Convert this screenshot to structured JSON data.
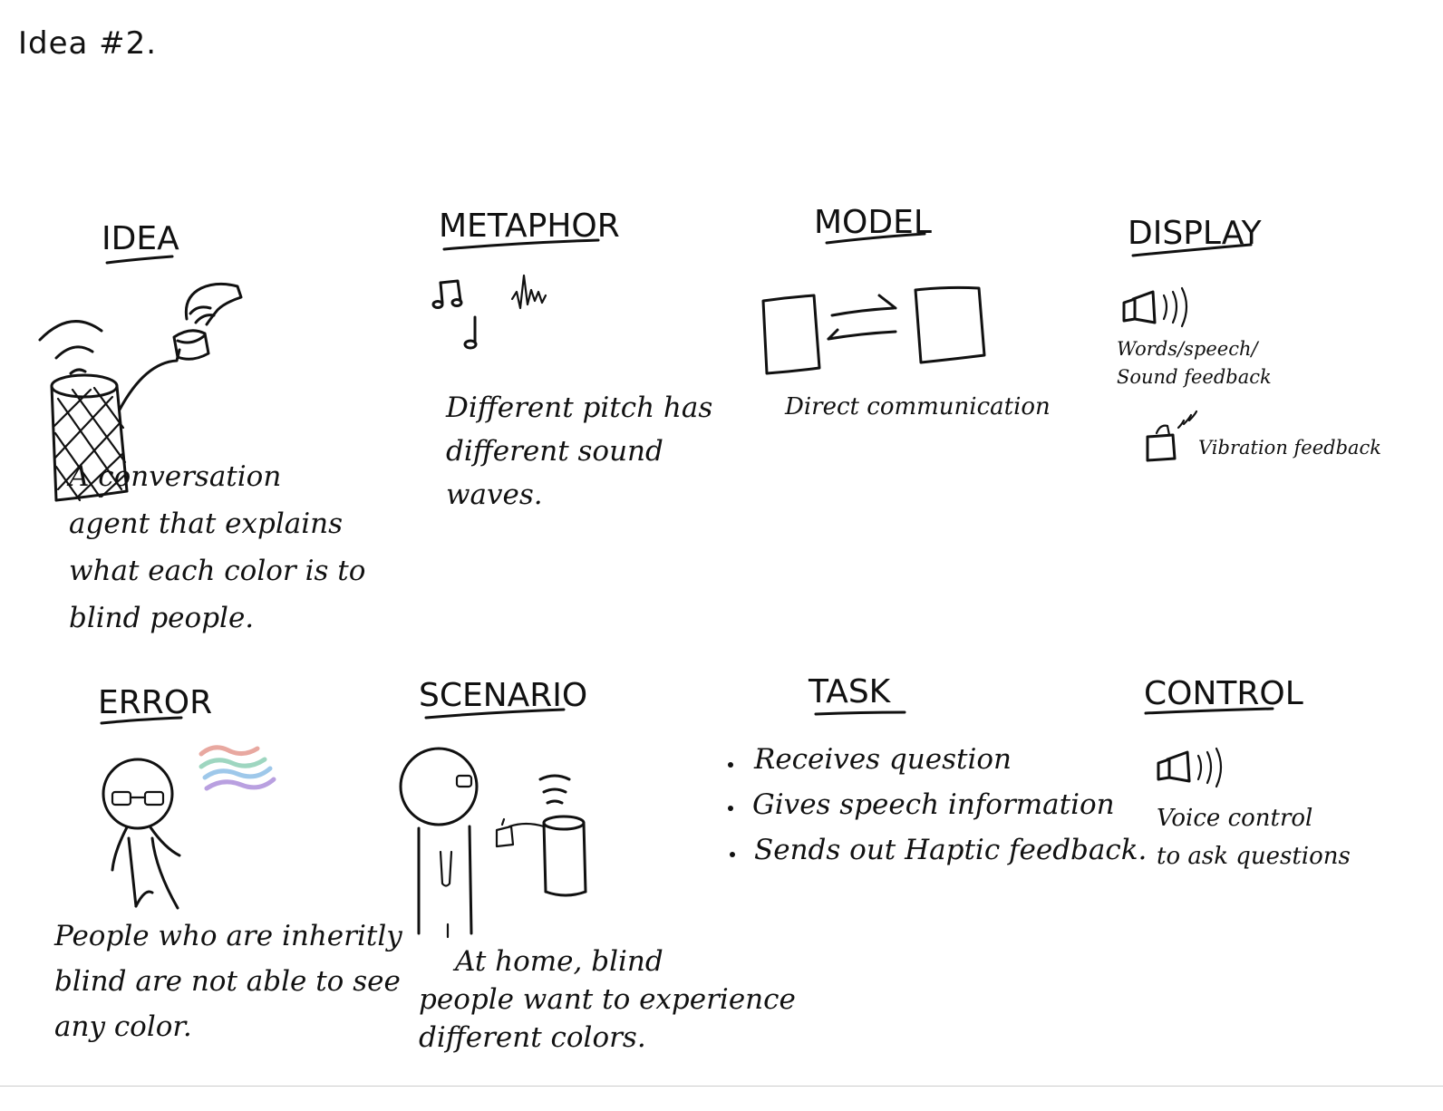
{
  "page_title": "Idea #2.",
  "sections": {
    "idea": {
      "heading": "IDEA",
      "description": "A conversation\nagent that explains\nwhat each color is to\nblind people."
    },
    "metaphor": {
      "heading": "METAPHOR",
      "description": "Different pitch has\ndifferent sound\nwaves."
    },
    "model": {
      "heading": "MODEL",
      "description": "Direct communication"
    },
    "display": {
      "heading": "DISPLAY",
      "speech_feedback": "Words/speech/\nSound feedback",
      "vibration_feedback": "Vibration feedback"
    },
    "error": {
      "heading": "ERROR",
      "description": "People who are inheritly\nblind are not able to see\nany color."
    },
    "scenario": {
      "heading": "SCENARIO",
      "description": "At home, blind\npeople want to experience\ndifferent colors."
    },
    "task": {
      "heading": "TASK",
      "items": [
        "Receives question",
        "Gives speech information",
        "Sends out Haptic feedback."
      ]
    },
    "control": {
      "heading": "CONTROL",
      "description": "Voice control\nto ask questions"
    }
  },
  "colors": {
    "ink": "#111111",
    "wave_pink": "#e8a8a0",
    "wave_green": "#9ed6c0",
    "wave_blue": "#9ec8ea",
    "wave_purple": "#b9a0e0"
  },
  "icons": {
    "speaker": "speaker-icon",
    "phone": "phone-icon",
    "music_notes": "music-notes-icon",
    "sound_wave": "sound-wave-icon",
    "smart_speaker": "smart-speaker-icon",
    "hand": "hand-icon",
    "stick_figure": "stick-figure-icon"
  }
}
